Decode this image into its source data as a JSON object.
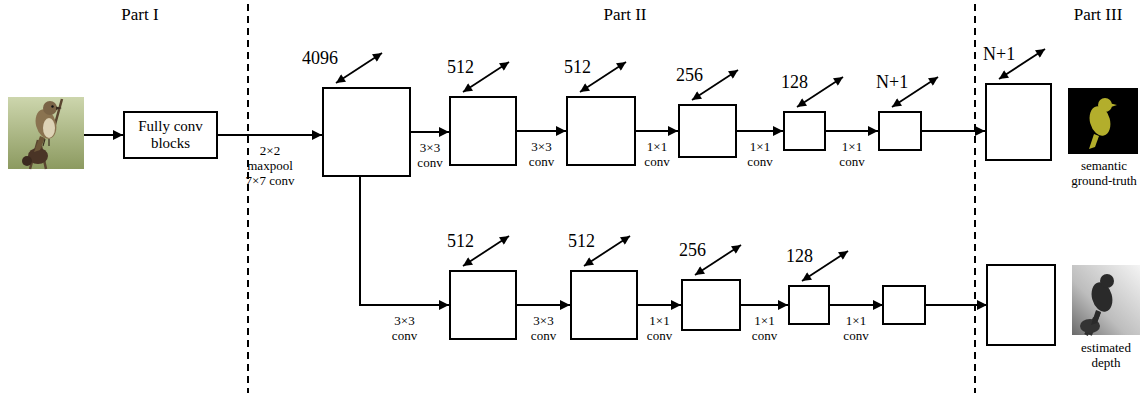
{
  "diagram": {
    "nodes": [
      {
        "text": [
          "Fully conv blocks"
        ]
      },
      {
        "text": [
          "4096"
        ]
      },
      {
        "text": [
          "512"
        ]
      },
      {
        "text": [
          "512"
        ]
      },
      {
        "text": [
          "256"
        ]
      },
      {
        "text": [
          "128"
        ]
      },
      {
        "text": [
          "N+1"
        ]
      },
      {
        "text": [
          "N+1"
        ]
      },
      {
        "text": [
          "512"
        ]
      },
      {
        "text": [
          "512"
        ]
      },
      {
        "text": [
          "256"
        ]
      },
      {
        "text": [
          "128"
        ]
      }
    ],
    "edges": [
      {
        "from": 0,
        "to": 1,
        "arrow": "to",
        "label": "2×2 maxpool 7×7 conv"
      },
      {
        "from": 1,
        "to": 2,
        "arrow": "to",
        "label": "3×3 conv"
      },
      {
        "from": 2,
        "to": 3,
        "arrow": "to",
        "label": "3×3 conv"
      },
      {
        "from": 3,
        "to": 4,
        "arrow": "to",
        "label": "1×1 conv"
      },
      {
        "from": 4,
        "to": 5,
        "arrow": "to",
        "label": "1×1 conv"
      },
      {
        "from": 5,
        "to": 6,
        "arrow": "to",
        "label": "1×1 conv"
      },
      {
        "from": 6,
        "to": 7,
        "arrow": "to"
      },
      {
        "from": 1,
        "to": 8,
        "arrow": "to",
        "label": "3×3 conv"
      },
      {
        "from": 8,
        "to": 9,
        "arrow": "to",
        "label": "3×3 conv"
      },
      {
        "from": 9,
        "to": 10,
        "arrow": "to",
        "label": "1×1 conv"
      },
      {
        "from": 10,
        "to": 11,
        "arrow": "to",
        "label": "1×1 conv"
      }
    ],
    "labels": [
      "Part I",
      "Part II",
      "Part III",
      "1×1 conv",
      "semantic ground-truth",
      "estimated depth"
    ]
  }
}
